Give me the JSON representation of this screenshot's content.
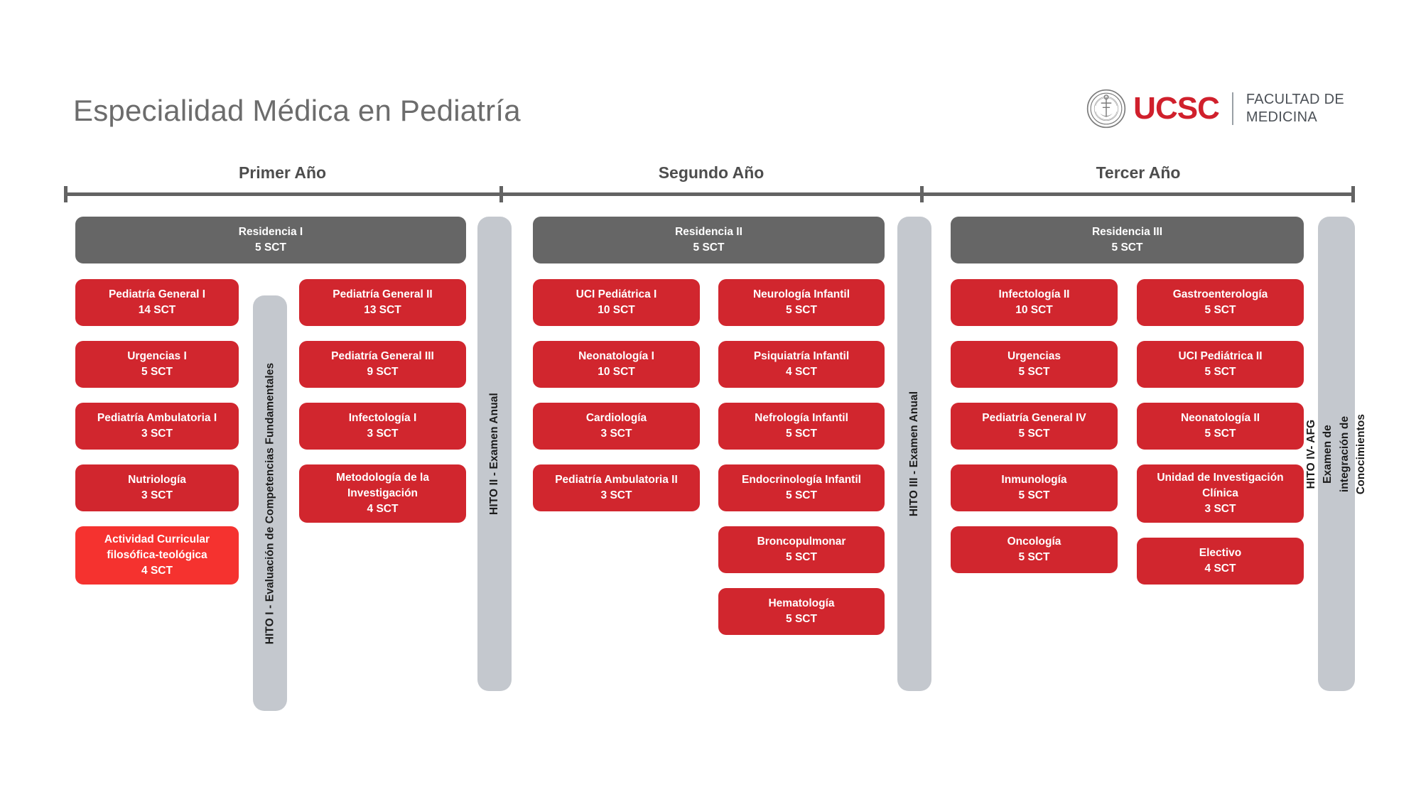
{
  "header": {
    "title": "Especialidad Médica en Pediatría",
    "logo": {
      "seal_icon": "ucsc-seal-icon",
      "brand": "UCSC",
      "faculty_line1": "FACULTAD DE",
      "faculty_line2": "MEDICINA",
      "brand_color": "#d0202c"
    }
  },
  "timeline": {
    "years": [
      {
        "label": "Primer Año"
      },
      {
        "label": "Segundo Año"
      },
      {
        "label": "Tercer Año"
      }
    ]
  },
  "colors": {
    "course_red": "#d1262e",
    "course_red_bright": "#f5322f",
    "residencia_gray": "#666666",
    "hito_gray": "#c4c8ce",
    "title_gray": "#6c6c6c"
  },
  "years": [
    {
      "id": "primer-ano",
      "residencia": {
        "name": "Residencia I",
        "sct": "5 SCT"
      },
      "columns": [
        {
          "courses": [
            {
              "name": "Pediatría General I",
              "sct": "14 SCT",
              "highlight": false
            },
            {
              "name": "Urgencias I",
              "sct": "5 SCT",
              "highlight": false
            },
            {
              "name": "Pediatría Ambulatoria I",
              "sct": "3 SCT",
              "highlight": false
            },
            {
              "name": "Nutriología",
              "sct": "3 SCT",
              "highlight": false
            },
            {
              "name": "Actividad Curricular filosófica-teológica",
              "sct": "4 SCT",
              "highlight": true
            }
          ]
        },
        {
          "courses": [
            {
              "name": "Pediatría General II",
              "sct": "13 SCT",
              "highlight": false
            },
            {
              "name": "Pediatría General III",
              "sct": "9 SCT",
              "highlight": false
            },
            {
              "name": "Infectología I",
              "sct": "3 SCT",
              "highlight": false
            },
            {
              "name": "Metodología de la Investigación",
              "sct": "4 SCT",
              "highlight": false
            }
          ]
        }
      ]
    },
    {
      "id": "segundo-ano",
      "residencia": {
        "name": "Residencia II",
        "sct": "5 SCT"
      },
      "columns": [
        {
          "courses": [
            {
              "name": "UCI Pediátrica I",
              "sct": "10 SCT",
              "highlight": false
            },
            {
              "name": "Neonatología I",
              "sct": "10 SCT",
              "highlight": false
            },
            {
              "name": "Cardiología",
              "sct": "3 SCT",
              "highlight": false
            },
            {
              "name": "Pediatría Ambulatoria II",
              "sct": "3 SCT",
              "highlight": false
            }
          ]
        },
        {
          "courses": [
            {
              "name": "Neurología Infantil",
              "sct": "5 SCT",
              "highlight": false
            },
            {
              "name": "Psiquiatría Infantil",
              "sct": "4 SCT",
              "highlight": false
            },
            {
              "name": "Nefrología Infantil",
              "sct": "5 SCT",
              "highlight": false
            },
            {
              "name": "Endocrinología Infantil",
              "sct": "5 SCT",
              "highlight": false
            },
            {
              "name": "Broncopulmonar",
              "sct": "5 SCT",
              "highlight": false
            },
            {
              "name": "Hematología",
              "sct": "5 SCT",
              "highlight": false
            }
          ]
        }
      ]
    },
    {
      "id": "tercer-ano",
      "residencia": {
        "name": "Residencia III",
        "sct": "5 SCT"
      },
      "columns": [
        {
          "courses": [
            {
              "name": "Infectología II",
              "sct": "10 SCT",
              "highlight": false
            },
            {
              "name": "Urgencias",
              "sct": "5 SCT",
              "highlight": false
            },
            {
              "name": "Pediatría General IV",
              "sct": "5 SCT",
              "highlight": false
            },
            {
              "name": "Inmunología",
              "sct": "5 SCT",
              "highlight": false
            },
            {
              "name": "Oncología",
              "sct": "5 SCT",
              "highlight": false
            }
          ]
        },
        {
          "courses": [
            {
              "name": "Gastroenterología",
              "sct": "5 SCT",
              "highlight": false
            },
            {
              "name": "UCI Pediátrica II",
              "sct": "5 SCT",
              "highlight": false
            },
            {
              "name": "Neonatología II",
              "sct": "5 SCT",
              "highlight": false
            },
            {
              "name": "Unidad de Investigación Clínica",
              "sct": "3 SCT",
              "highlight": false
            },
            {
              "name": "Electivo",
              "sct": "4 SCT",
              "highlight": false
            }
          ]
        }
      ]
    }
  ],
  "hitos": [
    {
      "id": "hito-1",
      "line1": "HITO I - Evaluación de Competencias Fundamentales",
      "line2": ""
    },
    {
      "id": "hito-2",
      "line1": "HITO II - Examen Anual",
      "line2": ""
    },
    {
      "id": "hito-3",
      "line1": "HITO III - Examen Anual",
      "line2": ""
    },
    {
      "id": "hito-4",
      "line1": "HITO IV- AFG",
      "line2": "Examen de integración de Conocimientos"
    }
  ]
}
